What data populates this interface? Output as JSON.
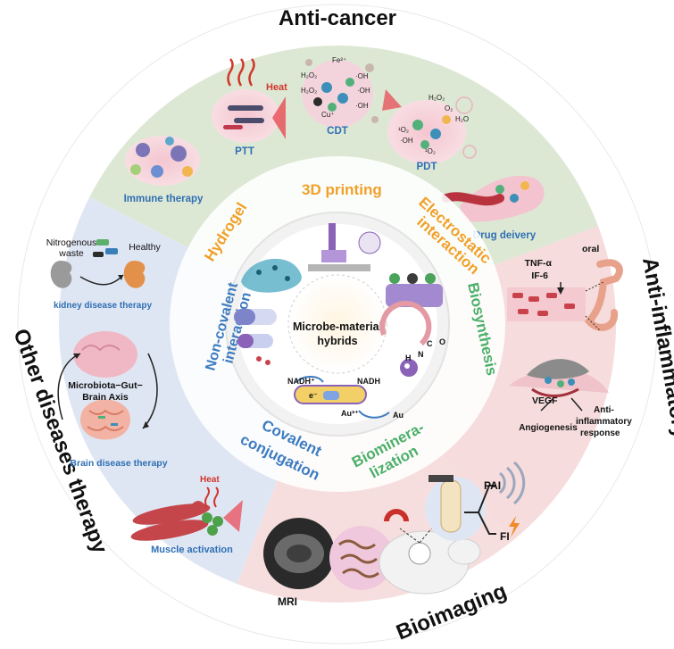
{
  "sectors": {
    "anti_cancer": "Anti-cancer",
    "anti_inflammatory": "Anti-inflammatory",
    "bioimaging": "Bioimaging",
    "other_diseases": "Other diseases therapy"
  },
  "anti_cancer": {
    "ptt": "PTT",
    "heat": "Heat",
    "cdt": "CDT",
    "pdt": "PDT",
    "immune": "Immune therapy",
    "drug": "Drug deivery",
    "cdt_fe": "Fe²⁺",
    "cdt_h2o2_a": "H₂O₂",
    "cdt_h2o2_b": "H₂O₂",
    "cdt_oh_a": "·OH",
    "cdt_oh_b": "·OH",
    "cdt_oh_c": "·OH",
    "cdt_cu": "Cu⁺",
    "pdt_h2o2": "H₂O₂",
    "pdt_o2": "O₂",
    "pdt_h2o": "H₂O",
    "pdt_1o2_a": "¹O₂",
    "pdt_oh": "·OH",
    "pdt_1o2_b": "¹O₂"
  },
  "anti_inflammatory": {
    "tnf": "TNF-α",
    "il6": "IF-6",
    "oral": "oral",
    "vegf": "VEGF",
    "angiogenesis": "Angiogenesis",
    "anti_inf_1": "Anti-",
    "anti_inf_2": "inflammatory",
    "anti_inf_3": "response"
  },
  "bioimaging": {
    "pai": "PAI",
    "fi": "FI",
    "mri": "MRI"
  },
  "other": {
    "nitro_1": "Nitrogenous",
    "nitro_2": "waste",
    "healthy": "Healthy",
    "kidney": "kidney disease therapy",
    "axis_1": "Microbiota−Gut−",
    "axis_2": "Brain Axis",
    "brain": "Brain disease therapy",
    "heat": "Heat",
    "muscle": "Muscle activation"
  },
  "center": {
    "line1": "Microbe-material",
    "line2": "hybrids"
  },
  "methods": {
    "printing": "3D printing",
    "hydrogel": "Hydrogel",
    "electro_1": "Electrostatic",
    "electro_2": "interaction",
    "noncov_1": "Non-covalent",
    "noncov_2": "interaction",
    "biosynthesis": "Biosynthesis",
    "covalent_1": "Covalent",
    "covalent_2": "conjugation",
    "biomin_1": "Biominera-",
    "biomin_2": "lization"
  },
  "center_details": {
    "nadh_plus": "NADH⁺",
    "nadh": "NADH",
    "electron": "e⁻",
    "au3": "Au³⁺",
    "au": "Au",
    "h": "H",
    "n": "N",
    "c": "C",
    "o": "O"
  },
  "colors": {
    "anti_cancer_bg": "#dde8d4",
    "anti_inflam_bg": "#f6dcdc",
    "bioimaging_bg": "#f7dede",
    "other_bg": "#dfe6f3",
    "outer_ring": "#ffffff",
    "method_orange": "#f0a02a",
    "method_blue": "#3d7cc1",
    "method_green": "#4bb069",
    "label_blue": "#2f6fb3",
    "heat_red": "#d3352b"
  }
}
